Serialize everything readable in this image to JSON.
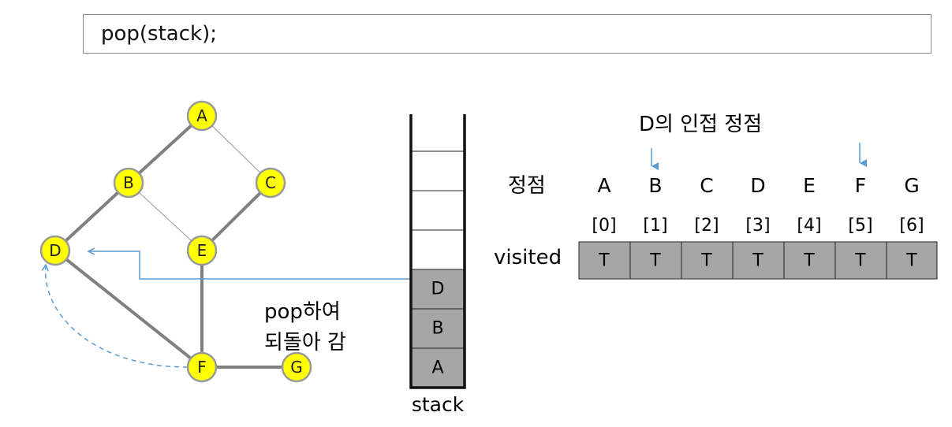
{
  "code": "pop(stack);",
  "graph": {
    "nodes": [
      "A",
      "B",
      "C",
      "D",
      "E",
      "F",
      "G"
    ],
    "note_line1": "pop하여",
    "note_line2": "되돌아 감"
  },
  "stack": {
    "cells": [
      "A",
      "B",
      "D",
      "",
      "",
      ""
    ],
    "label": "stack"
  },
  "table": {
    "adjacent_title": "D의 인접 정점",
    "vertex_label": "정점",
    "visited_label": "visited",
    "vertices": [
      "A",
      "B",
      "C",
      "D",
      "E",
      "F",
      "G"
    ],
    "indices": [
      "[0]",
      "[1]",
      "[2]",
      "[3]",
      "[4]",
      "[5]",
      "[6]"
    ],
    "visited": [
      "T",
      "T",
      "T",
      "T",
      "T",
      "T",
      "T"
    ]
  },
  "colors": {
    "node_fill": "#ffff00",
    "arrow": "#5b9bd5",
    "filled_cell": "#a6a6a6"
  }
}
